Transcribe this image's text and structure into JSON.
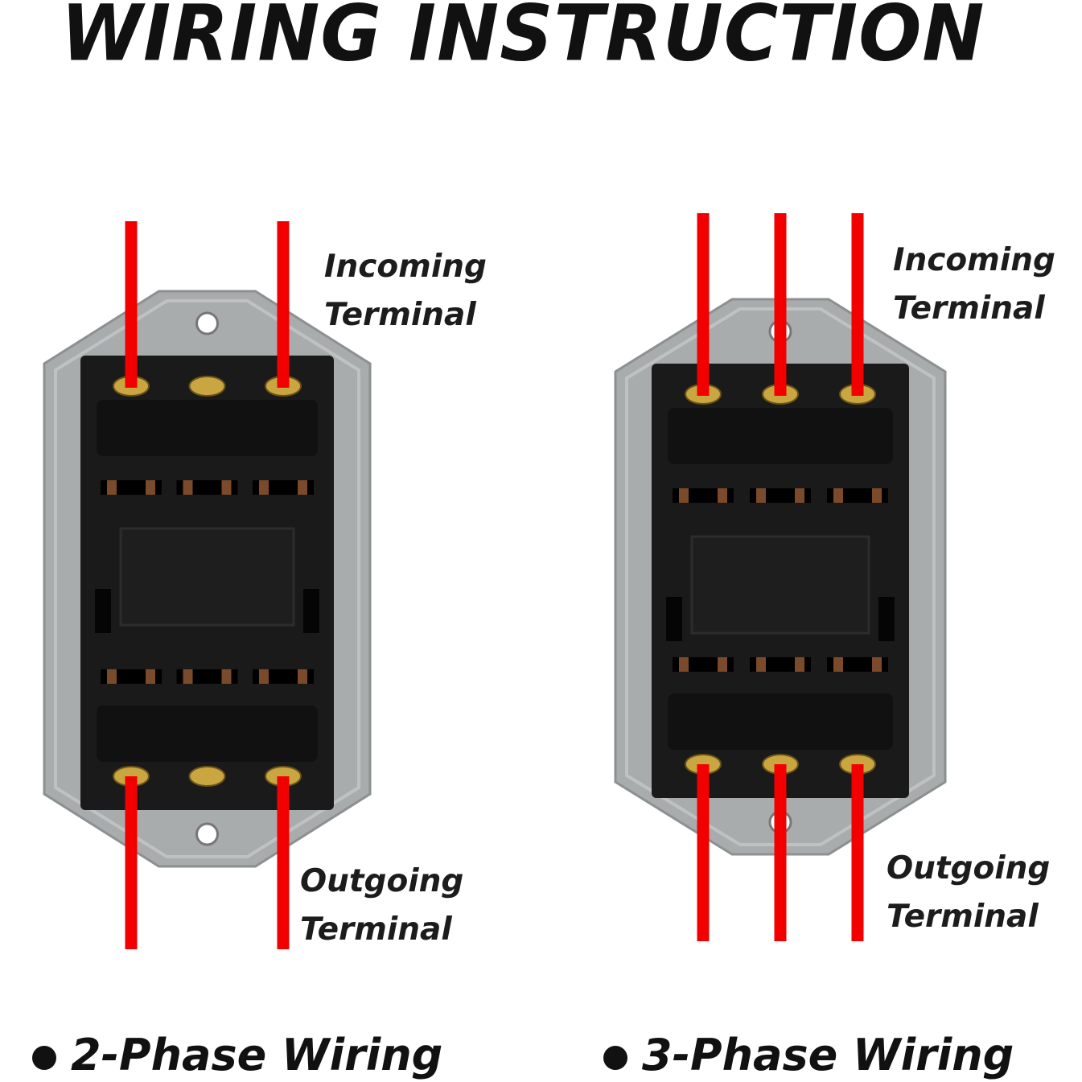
{
  "title": "WIRING INSTRUCTION",
  "diagrams": [
    {
      "caption": "2-Phase Wiring",
      "incoming_label": [
        "Incoming",
        "Terminal"
      ],
      "outgoing_label": [
        "Outgoing",
        "Terminal"
      ],
      "wired_terminals": [
        1,
        3
      ]
    },
    {
      "caption": "3-Phase Wiring",
      "incoming_label": [
        "Incoming",
        "Terminal"
      ],
      "outgoing_label": [
        "Outgoing",
        "Terminal"
      ],
      "wired_terminals": [
        1,
        2,
        3
      ]
    }
  ],
  "colors": {
    "wire": "#f20000",
    "plate": "#a9acad",
    "body": "#1b1a1a",
    "screw": "#c9a640"
  }
}
